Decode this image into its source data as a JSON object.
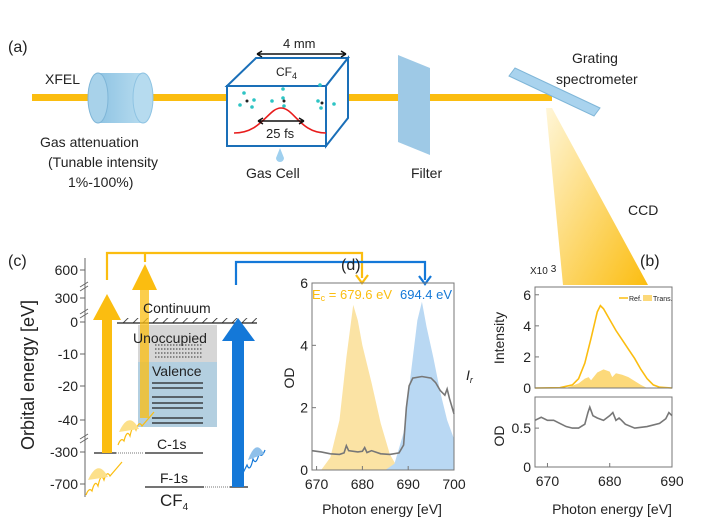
{
  "panel_a": {
    "label": "(a)",
    "xfel": "XFEL",
    "attenuator": [
      "Gas attenuation",
      "(Tunable intensity",
      "1%-100%)"
    ],
    "cell_length": "4 mm",
    "gas": "CF",
    "gas_sub": "4",
    "pulse": "25 fs",
    "gas_cell": "Gas Cell",
    "filter": "Filter",
    "grating": [
      "Grating",
      "spectrometer"
    ],
    "ccd": "CCD"
  },
  "panel_c": {
    "label": "(c)",
    "ylabel": "Orbital energy [eV]",
    "ticks": [
      "600",
      "300",
      "0",
      "-10",
      "-20",
      "-40",
      "-300",
      "-700"
    ],
    "continuum": "Continuum",
    "unoccupied": "Unoccupied",
    "valence": "Valence",
    "c1s": "C-1s",
    "f1s": "F-1s",
    "molecule": "CF",
    "molecule_sub": "4"
  },
  "colors": {
    "yellow": "#fbbd10",
    "blue": "#1478d8",
    "gray": "#777777",
    "cell": "#1a6fb8"
  },
  "chart_data": [
    {
      "id": "d",
      "label": "(d)",
      "type": "line",
      "xlabel": "Photon energy [eV]",
      "ylabel": "OD",
      "ylabel_right": "I",
      "ylabel_right_sub": "r",
      "xlim": [
        669,
        700
      ],
      "ylim": [
        0,
        6
      ],
      "xticks": [
        "670",
        "680",
        "690",
        "700"
      ],
      "yticks": [
        "0",
        "2",
        "4",
        "6"
      ],
      "annotation_yellow": "E",
      "annotation_yellow_sub": "c",
      "annotation_yellow_value": " = 679.6 eV",
      "annotation_blue": "694.4 eV",
      "series": [
        {
          "name": "OD",
          "kind": "line",
          "color": "#777777",
          "x": [
            669,
            671,
            673,
            675,
            676,
            676.5,
            677,
            679,
            680,
            680.5,
            681,
            682,
            684,
            686,
            688,
            689,
            689.6,
            690.2,
            691,
            693,
            695,
            696,
            697,
            698,
            698.5,
            699,
            700
          ],
          "y": [
            0.62,
            0.58,
            0.52,
            0.5,
            0.55,
            0.78,
            0.62,
            0.58,
            0.6,
            0.72,
            0.56,
            0.62,
            0.52,
            0.5,
            0.55,
            0.8,
            2.0,
            2.7,
            2.95,
            3.0,
            2.95,
            2.8,
            2.55,
            2.4,
            2.6,
            2.3,
            1.8
          ]
        },
        {
          "name": "Yellow pulse spectrum",
          "kind": "area",
          "color": "#fbe3a4",
          "x": [
            671,
            673,
            675,
            676.5,
            678,
            679,
            680,
            682,
            684,
            686,
            688
          ],
          "y": [
            0,
            0.4,
            1.6,
            3.6,
            5.3,
            4.8,
            4.0,
            2.8,
            1.5,
            0.5,
            0
          ]
        },
        {
          "name": "Blue pulse spectrum",
          "kind": "area",
          "color": "#b9d8f3",
          "x": [
            685,
            687,
            689,
            690.5,
            692,
            693,
            694,
            695.5,
            697,
            698.5,
            700
          ],
          "y": [
            0,
            0.2,
            1.2,
            3.0,
            4.8,
            5.4,
            4.6,
            3.6,
            2.5,
            1.6,
            1.0
          ]
        }
      ]
    },
    {
      "id": "b-top",
      "label": "(b)",
      "type": "line",
      "multiplier": "X10",
      "multiplier_exp": "3",
      "ylabel": "Intensity",
      "xlim": [
        668,
        690
      ],
      "ylim": [
        0,
        6.5
      ],
      "yticks": [
        "0",
        "2",
        "4",
        "6"
      ],
      "legend": [
        "Ref.",
        "Trans."
      ],
      "legend_position": "top-right",
      "series": [
        {
          "name": "Ref.",
          "kind": "line",
          "color": "#fbbd10",
          "x": [
            668,
            672,
            674,
            675,
            676,
            677,
            678,
            678.5,
            679,
            680,
            681,
            682,
            683,
            684,
            685,
            686,
            687,
            688,
            690
          ],
          "y": [
            0,
            0.02,
            0.2,
            0.6,
            1.6,
            3.2,
            4.9,
            5.3,
            5.1,
            4.4,
            3.7,
            3.1,
            2.5,
            1.9,
            1.2,
            0.6,
            0.2,
            0.05,
            0
          ]
        },
        {
          "name": "Trans.",
          "kind": "area",
          "color": "#fcd97a",
          "x": [
            673,
            675,
            676,
            676.6,
            677,
            678,
            679,
            680,
            680.4,
            681,
            682,
            683,
            684,
            685,
            686
          ],
          "y": [
            0,
            0.3,
            0.6,
            0.7,
            0.5,
            1.0,
            1.2,
            1.05,
            0.7,
            0.95,
            0.85,
            0.7,
            0.45,
            0.2,
            0
          ]
        }
      ]
    },
    {
      "id": "b-bottom",
      "type": "line",
      "xlabel": "Photon energy [eV]",
      "ylabel": "OD",
      "xlim": [
        668,
        690
      ],
      "ylim": [
        0,
        0.9
      ],
      "xticks": [
        "670",
        "680",
        "690"
      ],
      "yticks": [
        "0",
        "0.5"
      ],
      "series": [
        {
          "name": "OD",
          "kind": "line",
          "color": "#777777",
          "x": [
            668,
            669,
            670,
            671,
            672,
            673,
            674,
            675,
            676,
            676.5,
            676.8,
            677.3,
            678,
            679,
            680,
            680.5,
            681,
            681.5,
            681.9,
            682.5,
            684,
            686,
            688,
            689,
            689.5,
            690
          ],
          "y": [
            0.6,
            0.64,
            0.6,
            0.6,
            0.56,
            0.52,
            0.5,
            0.5,
            0.55,
            0.7,
            0.77,
            0.66,
            0.63,
            0.6,
            0.66,
            0.7,
            0.6,
            0.63,
            0.6,
            0.55,
            0.5,
            0.52,
            0.56,
            0.62,
            0.7,
            0.66
          ]
        }
      ]
    }
  ]
}
